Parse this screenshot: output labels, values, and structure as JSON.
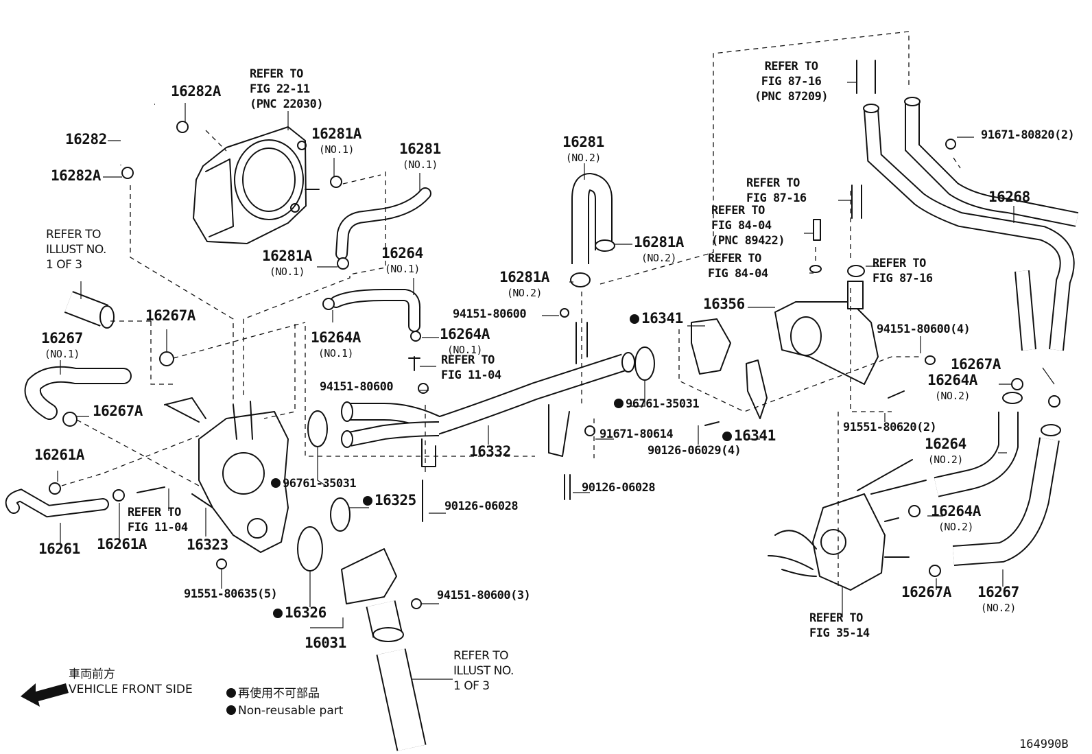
{
  "figure_id": "164990B",
  "legend": {
    "front_jp": "車両前方",
    "front_en": "VEHICLE FRONT SIDE",
    "nonreusable_jp": "再使用不可部品",
    "nonreusable_en": "Non-reusable part"
  },
  "callouts": {
    "c16282A_top": {
      "num": "16282A",
      "sub": ""
    },
    "c16282": {
      "num": "16282",
      "sub": ""
    },
    "c16282A_left": {
      "num": "16282A",
      "sub": ""
    },
    "ref_22_11": {
      "num": "REFER TO\nFIG 22-11\n(PNC 22030)",
      "sub": ""
    },
    "c16281A_a": {
      "num": "16281A",
      "sub": "(NO.1)"
    },
    "c16281_no1": {
      "num": "16281",
      "sub": "(NO.1)"
    },
    "c16281A_b": {
      "num": "16281A",
      "sub": "(NO.1)"
    },
    "ref_illust_top": {
      "num": "REFER TO\nILLUST NO.\n1 OF 3",
      "sub": ""
    },
    "c16267A_a": {
      "num": "16267A",
      "sub": ""
    },
    "c16267_no1": {
      "num": "16267",
      "sub": "(NO.1)"
    },
    "c16267A_b": {
      "num": "16267A",
      "sub": ""
    },
    "c16264_no1": {
      "num": "16264",
      "sub": "(NO.1)"
    },
    "c16264A_a": {
      "num": "16264A",
      "sub": "(NO.1)"
    },
    "c16264A_b": {
      "num": "16264A",
      "sub": "(NO.1)"
    },
    "ref_11_04_a": {
      "num": "REFER TO\nFIG 11-04",
      "sub": ""
    },
    "c94151_a": {
      "num": "94151-80600",
      "sub": ""
    },
    "c94151_b": {
      "num": "94151-80600",
      "sub": ""
    },
    "c16281_no2": {
      "num": "16281",
      "sub": "(NO.2)"
    },
    "c16281A_no2a": {
      "num": "16281A",
      "sub": "(NO.2)"
    },
    "c16281A_no2b": {
      "num": "16281A",
      "sub": "(NO.2)"
    },
    "c16261A_a": {
      "num": "16261A",
      "sub": ""
    },
    "c16261": {
      "num": "16261",
      "sub": ""
    },
    "c16261A_b": {
      "num": "16261A",
      "sub": ""
    },
    "ref_11_04_b": {
      "num": "REFER TO\nFIG 11-04",
      "sub": ""
    },
    "c16323": {
      "num": "16323",
      "sub": ""
    },
    "c96761_a": {
      "num": "96761-35031",
      "sub": ""
    },
    "c16325": {
      "num": "16325",
      "sub": ""
    },
    "c90126_a": {
      "num": "90126-06028",
      "sub": ""
    },
    "c16332": {
      "num": "16332",
      "sub": ""
    },
    "c96761_b": {
      "num": "96761-35031",
      "sub": ""
    },
    "c91671_a": {
      "num": "91671-80614",
      "sub": ""
    },
    "c90126_b": {
      "num": "90126-06028",
      "sub": ""
    },
    "c91551_a": {
      "num": "91551-80635(5)",
      "sub": ""
    },
    "c16326": {
      "num": "16326",
      "sub": ""
    },
    "c16031": {
      "num": "16031",
      "sub": ""
    },
    "c94151_c": {
      "num": "94151-80600(3)",
      "sub": ""
    },
    "ref_illust_bottom": {
      "num": "REFER TO\nILLUST NO.\n1 OF 3",
      "sub": ""
    },
    "c16341_a": {
      "num": "16341",
      "sub": ""
    },
    "c16341_b": {
      "num": "16341",
      "sub": ""
    },
    "c90126_c": {
      "num": "90126-06029(4)",
      "sub": ""
    },
    "ref_87_16_top": {
      "num": "REFER TO\nFIG 87-16\n(PNC 87209)",
      "sub": ""
    },
    "c91671_b": {
      "num": "91671-80820(2)",
      "sub": ""
    },
    "ref_87_16_mid": {
      "num": "REFER TO\nFIG 87-16",
      "sub": ""
    },
    "ref_84_04_a": {
      "num": "REFER TO\nFIG 84-04\n(PNC 89422)",
      "sub": ""
    },
    "ref_84_04_b": {
      "num": "REFER TO\nFIG 84-04",
      "sub": ""
    },
    "ref_87_16_right": {
      "num": "REFER TO\nFIG 87-16",
      "sub": ""
    },
    "c16268": {
      "num": "16268",
      "sub": ""
    },
    "c16356": {
      "num": "16356",
      "sub": ""
    },
    "c94151_d": {
      "num": "94151-80600(4)",
      "sub": ""
    },
    "c16267A_c": {
      "num": "16267A",
      "sub": ""
    },
    "c16264A_c": {
      "num": "16264A",
      "sub": "(NO.2)"
    },
    "c91551_b": {
      "num": "91551-80620(2)",
      "sub": ""
    },
    "c16264_no2": {
      "num": "16264",
      "sub": "(NO.2)"
    },
    "c16264A_d": {
      "num": "16264A",
      "sub": "(NO.2)"
    },
    "c16267A_d": {
      "num": "16267A",
      "sub": ""
    },
    "c16267_no2": {
      "num": "16267",
      "sub": "(NO.2)"
    },
    "ref_35_14": {
      "num": "REFER TO\nFIG 35-14",
      "sub": ""
    }
  }
}
